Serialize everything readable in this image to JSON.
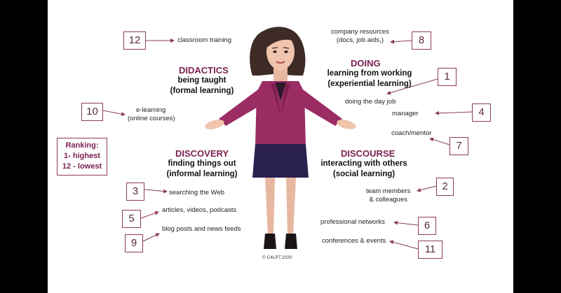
{
  "sections": {
    "didactics": {
      "title": "DIDACTICS",
      "sub1": "being taught",
      "sub2": "(formal learning)"
    },
    "doing": {
      "title": "DOING",
      "sub1": "learning from working",
      "sub2": "(experiential learning)"
    },
    "discovery": {
      "title": "DISCOVERY",
      "sub1": "finding things out",
      "sub2": "(informal learning)"
    },
    "discourse": {
      "title": "DISCOURSE",
      "sub1": "interacting with others",
      "sub2": "(social learning)"
    }
  },
  "ranking": {
    "title": "Ranking:",
    "line1": "1- highest",
    "line2": "12 - lowest"
  },
  "items": {
    "classroom": {
      "rank": "12",
      "label": "classroom training"
    },
    "elearning": {
      "rank": "10",
      "label1": "e-learning",
      "label2": "(online courses)"
    },
    "company": {
      "rank": "8",
      "label1": "company resources",
      "label2": "(docs, job aids,)"
    },
    "dayjob": {
      "rank": "1",
      "label": "doing the day job"
    },
    "manager": {
      "rank": "4",
      "label": "manager"
    },
    "coach": {
      "rank": "7",
      "label": "coach/mentor"
    },
    "searching": {
      "rank": "3",
      "label": "searching the Web"
    },
    "articles": {
      "rank": "5",
      "label": "articles, videos, podcasts"
    },
    "blog": {
      "rank": "9",
      "label": "blog posts and news feeds"
    },
    "team": {
      "rank": "2",
      "label1": "team members",
      "label2": "& colleagues"
    },
    "networks": {
      "rank": "6",
      "label": "professional networks"
    },
    "conferences": {
      "rank": "11",
      "label": "conferences & events"
    }
  },
  "copyright": "© C4LPT,2020",
  "colors": {
    "accent": "#7a1f4e",
    "box_border": "#8c3a60",
    "arrow": "#8c3a60",
    "blazer": "#9b2c64",
    "skirt": "#2a2150"
  }
}
